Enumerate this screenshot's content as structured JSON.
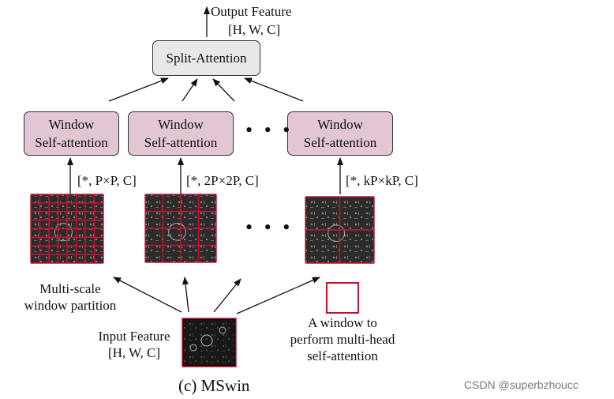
{
  "output_feature": {
    "title": "Output Feature",
    "shape": "[H, W, C]"
  },
  "split_attention_label": "Split-Attention",
  "window_blocks": [
    {
      "line1": "Window",
      "line2": "Self-attention",
      "shape": "[*, P×P, C]"
    },
    {
      "line1": "Window",
      "line2": "Self-attention",
      "shape": "[*, 2P×2P, C]"
    },
    {
      "line1": "Window",
      "line2": "Self-attention",
      "shape": "[*, kP×kP, C]"
    }
  ],
  "ellipsis": "• • •",
  "partition_label": {
    "line1": "Multi-scale",
    "line2": "window partition"
  },
  "input_feature": {
    "title": "Input Feature",
    "shape": "[H, W, C]"
  },
  "legend": {
    "line1": "A window to",
    "line2": "perform multi-head",
    "line3": "self-attention"
  },
  "caption": "(c) MSwin",
  "watermark": "CSDN @superbzhoucc",
  "grids": [
    {
      "divisions": 8
    },
    {
      "divisions": 4
    },
    {
      "divisions": 2
    }
  ],
  "colors": {
    "window_grid": "#c8102e",
    "window_block": "#e2c6d3",
    "attention_block": "#e8e8e8",
    "feature_map": "#2c2c2c"
  }
}
